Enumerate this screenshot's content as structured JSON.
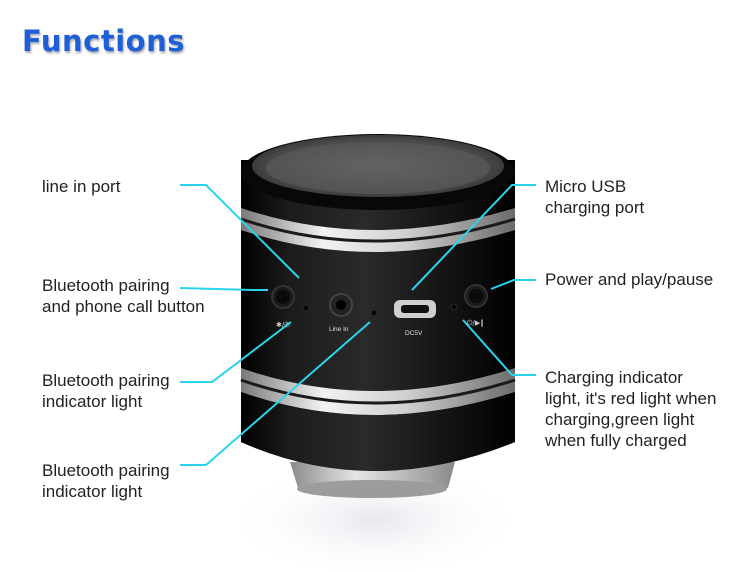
{
  "title": "Functions",
  "labels": {
    "line_in_port": "line in port",
    "bt_pairing_button_1": "Bluetooth pairing",
    "bt_pairing_button_2": "and phone call button",
    "bt_indicator_a_1": "Bluetooth pairing",
    "bt_indicator_a_2": "indicator light",
    "bt_indicator_b_1": "Bluetooth pairing",
    "bt_indicator_b_2": "indicator light",
    "micro_usb_1": "Micro USB",
    "micro_usb_2": "charging port",
    "power_play": "Power and play/pause",
    "charging_1": "Charging indicator",
    "charging_2": "light, it's red light when",
    "charging_3": "charging,green light",
    "charging_4": "when fully charged"
  },
  "device_markings": {
    "line_in": "Line In",
    "dc5v": "DC5V",
    "phone_symbol": "✱/✆",
    "power_symbol": "⏻/▶‖"
  },
  "colors": {
    "title": "#1e5fd6",
    "leader_line": "#29d4ec",
    "speaker_body": "#0b0b0b",
    "metal_ring": "#d8d8d8"
  }
}
